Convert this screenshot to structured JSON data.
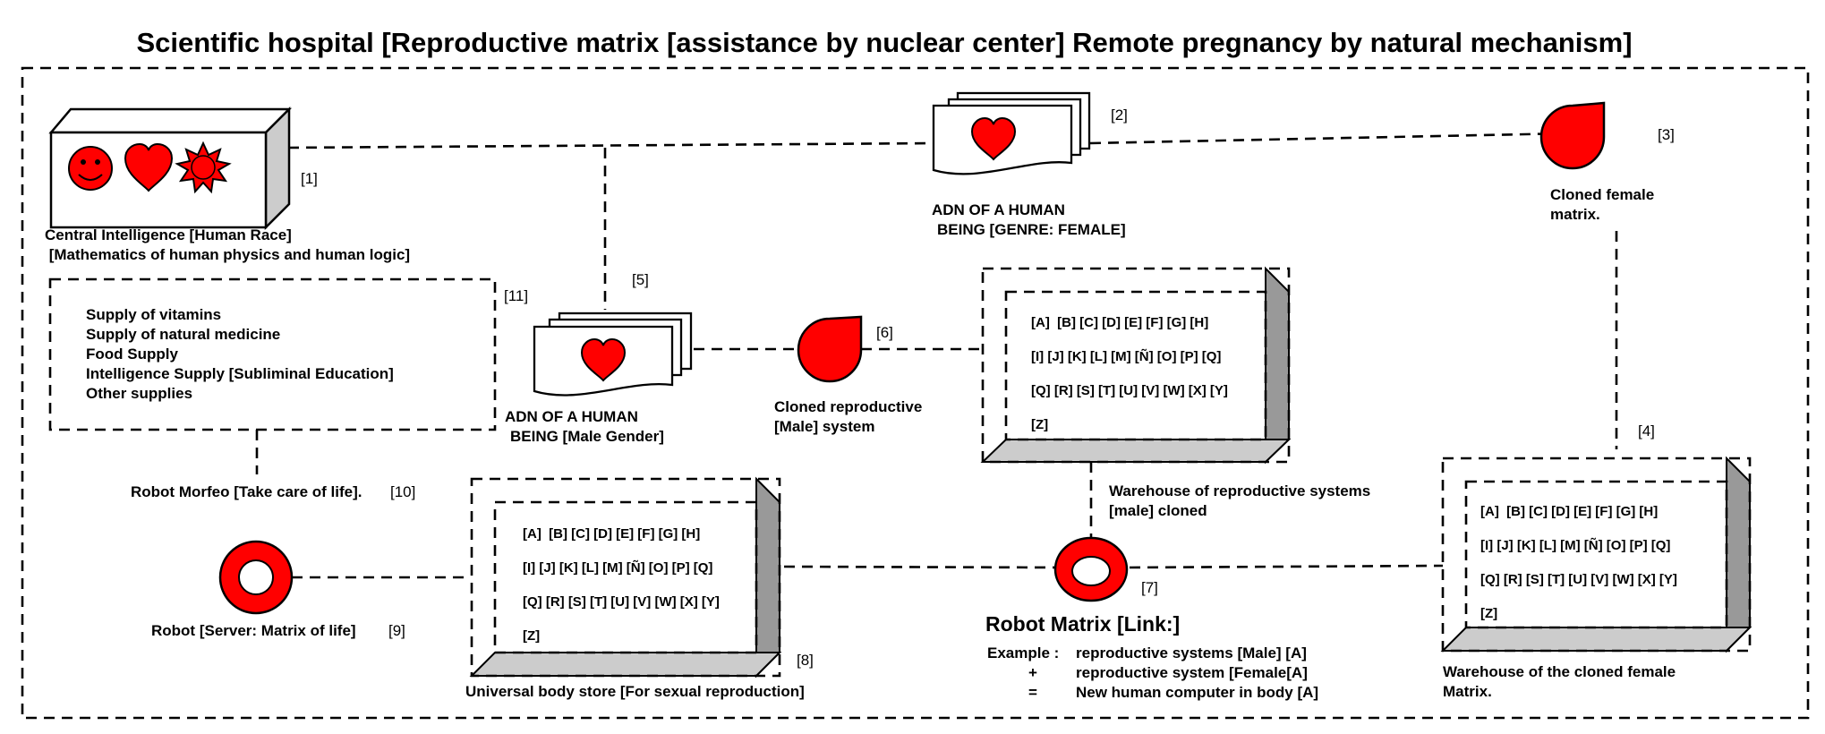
{
  "title": "Scientific hospital [Reproductive matrix [assistance by nuclear center] Remote pregnancy by natural mechanism]",
  "central": {
    "tag": "[1]",
    "line1": "Central Intelligence [Human Race]",
    "line2": " [Mathematics of human physics and human logic]",
    "icons": [
      "smiley-icon",
      "heart-icon",
      "sun-icon"
    ]
  },
  "dna_female": {
    "tag": "[2]",
    "line1": "ADN OF A HUMAN",
    "line2": "BEING [GENRE: FEMALE]"
  },
  "female_matrix": {
    "tag": "[3]",
    "line1": "Cloned female",
    "line2": "matrix."
  },
  "dna_male": {
    "tag": "[5]",
    "line1": "ADN OF A HUMAN",
    "line2": "BEING [Male Gender]"
  },
  "male_system": {
    "tag": "[6]",
    "line1": "Cloned reproductive",
    "line2": "[Male] system"
  },
  "supplies": {
    "tag": "[11]",
    "items": [
      "Supply of vitamins",
      "Supply of natural medicine",
      "Food Supply",
      "Intelligence Supply [Subliminal Education]",
      "Other supplies"
    ]
  },
  "grid_rows": [
    "[A]  [B] [C] [D] [E] [F] [G] [H]",
    "[I] [J] [K] [L] [M] [Ñ] [O] [P] [Q]",
    "[Q] [R] [S] [T] [U] [V] [W] [X] [Y]",
    "[Z]"
  ],
  "male_warehouse": {
    "line1": "Warehouse of reproductive systems",
    "line2": "[male] cloned"
  },
  "female_warehouse": {
    "tag": "[4]",
    "line1": "Warehouse of the cloned female",
    "line2": "Matrix."
  },
  "body_store": {
    "tag": "[8]",
    "label": "Universal body store [For sexual reproduction]"
  },
  "robot_morfeo": {
    "label": "Robot Morfeo [Take care of life].",
    "tag": "[10]"
  },
  "robot_server": {
    "label": "Robot [Server: Matrix of life]",
    "tag": "[9]"
  },
  "robot_matrix": {
    "tag": "[7]",
    "title": "Robot Matrix [Link:]",
    "example_label": "Example :",
    "example_lines": [
      "reproductive systems [Male] [A]",
      "reproductive system [Female[A]",
      "New human computer in body [A]"
    ],
    "operators": [
      "+",
      "="
    ]
  },
  "colors": {
    "red": "#ff0000",
    "shade_dark": "#999999",
    "shade_light": "#cccccc"
  }
}
